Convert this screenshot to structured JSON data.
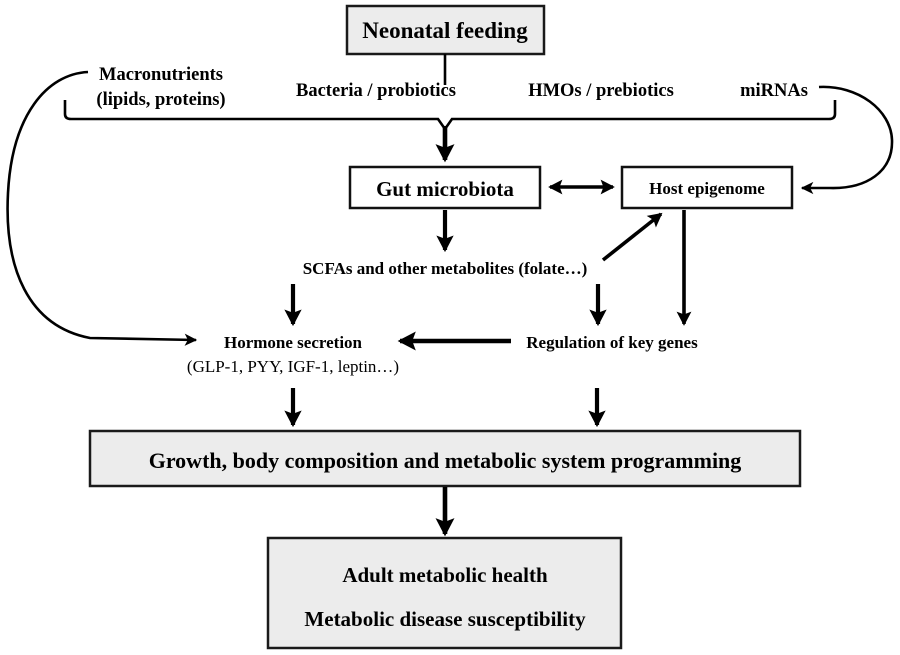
{
  "figure": {
    "type": "flowchart",
    "title": "Neonatal feeding to adult metabolic health pathway",
    "background_color": "#ffffff",
    "box_fill_gray": "#ececec",
    "box_fill_white": "#ffffff",
    "line_color": "#000000"
  },
  "nodes": {
    "neonatal_feeding": "Neonatal feeding",
    "macronutrients_line1": "Macronutrients",
    "macronutrients_line2": "(lipids, proteins)",
    "bacteria": "Bacteria / probiotics",
    "hmos": "HMOs / prebiotics",
    "mirnas": "miRNAs",
    "gut_microbiota": "Gut microbiota",
    "host_epigenome": "Host epigenome",
    "scfas": "SCFAs and other metabolites (folate…)",
    "hormone_secretion": "Hormone secretion",
    "hormone_examples": "(GLP-1, PYY, IGF-1, leptin…)",
    "regulation_genes": "Regulation of key genes",
    "growth": "Growth, body composition and metabolic system programming",
    "adult_health_line1": "Adult metabolic health",
    "adult_health_line2": "Metabolic disease susceptibility"
  },
  "edges": [
    {
      "id": "feeding-to-inputs",
      "from": "Neonatal feeding",
      "to": "dietary inputs bracket",
      "style": "bracket"
    },
    {
      "id": "inputs-to-microbiota",
      "from": "dietary inputs bracket",
      "to": "Gut microbiota",
      "style": "arrow-down"
    },
    {
      "id": "microbiota-epigenome",
      "from": "Gut microbiota",
      "to": "Host epigenome",
      "style": "arrow-bidirectional"
    },
    {
      "id": "microbiota-to-scfas",
      "from": "Gut microbiota",
      "to": "SCFAs and other metabolites (folate…)",
      "style": "arrow-down"
    },
    {
      "id": "scfas-to-epigenome",
      "from": "SCFAs and other metabolites (folate…)",
      "to": "Host epigenome",
      "style": "arrow-diagonal-up"
    },
    {
      "id": "scfas-to-hormone",
      "from": "SCFAs and other metabolites (folate…)",
      "to": "Hormone secretion",
      "style": "arrow-down"
    },
    {
      "id": "scfas-to-regulation",
      "from": "SCFAs and other metabolites (folate…)",
      "to": "Regulation of key genes",
      "style": "arrow-down"
    },
    {
      "id": "epigenome-to-regulation",
      "from": "Host epigenome",
      "to": "Regulation of key genes",
      "style": "arrow-down"
    },
    {
      "id": "regulation-to-hormone",
      "from": "Regulation of key genes",
      "to": "Hormone secretion",
      "style": "arrow-left"
    },
    {
      "id": "macronutrients-to-hormone",
      "from": "Macronutrients (lipids, proteins)",
      "to": "Hormone secretion",
      "style": "curve-left-arrow"
    },
    {
      "id": "mirnas-to-epigenome",
      "from": "miRNAs",
      "to": "Host epigenome",
      "style": "curve-right-arrow"
    },
    {
      "id": "hormone-to-growth",
      "from": "Hormone secretion",
      "to": "Growth, body composition and metabolic system programming",
      "style": "arrow-down"
    },
    {
      "id": "regulation-to-growth",
      "from": "Regulation of key genes",
      "to": "Growth, body composition and metabolic system programming",
      "style": "arrow-down"
    },
    {
      "id": "growth-to-adult",
      "from": "Growth, body composition and metabolic system programming",
      "to": "Adult metabolic health / Metabolic disease susceptibility",
      "style": "arrow-down"
    }
  ]
}
